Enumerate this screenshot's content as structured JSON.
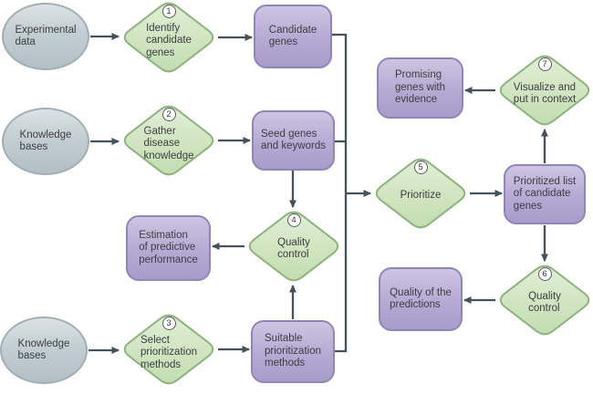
{
  "figure": {
    "background": "#ffffff",
    "description_colors": {
      "ellipse_fill_top": "#dbe2e5",
      "ellipse_fill_bottom": "#b2bfc5",
      "ellipse_border": "#a0aeb5",
      "diamond_fill_top": "#e1efd7",
      "diamond_fill_bottom": "#c3ddb1",
      "diamond_border": "#8cb47c",
      "box_fill_top": "#cdc5e2",
      "box_fill_bottom": "#a89cca",
      "box_border": "#9184bb",
      "arrow": "#44525b",
      "text": "#3d3d42",
      "step_badge_bg": "#ffffff",
      "step_badge_border": "#5a5a5a"
    }
  },
  "nodes": {
    "experimental_data": {
      "type": "ellipse",
      "label": "Experimental\ndata"
    },
    "knowledge_bases_1": {
      "type": "ellipse",
      "label": "Knowledge\nbases"
    },
    "knowledge_bases_2": {
      "type": "ellipse",
      "label": "Knowledge\nbases"
    },
    "identify_candidate_genes": {
      "type": "diamond",
      "step": "1",
      "label": "Identify\ncandidate\ngenes"
    },
    "gather_disease_knowledge": {
      "type": "diamond",
      "step": "2",
      "label": "Gather\ndisease\nknowledge"
    },
    "select_prioritization_methods": {
      "type": "diamond",
      "step": "3",
      "label": "Select\nprioritization\nmethods"
    },
    "quality_control_a": {
      "type": "diamond",
      "step": "4",
      "label": "Quality\ncontrol"
    },
    "prioritize": {
      "type": "diamond",
      "step": "5",
      "label": "Prioritize"
    },
    "quality_control_b": {
      "type": "diamond",
      "step": "6",
      "label": "Quality\ncontrol"
    },
    "visualize_context": {
      "type": "diamond",
      "step": "7",
      "label": "Visualize and\nput in context"
    },
    "candidate_genes": {
      "type": "box",
      "label": "Candidate\ngenes"
    },
    "seed_genes_keywords": {
      "type": "box",
      "label": "Seed genes\nand keywords"
    },
    "suitable_methods": {
      "type": "box",
      "label": "Suitable\nprioritization\nmethods"
    },
    "estimation_performance": {
      "type": "box",
      "label": "Estimation\nof predictive\nperformance"
    },
    "promising_genes": {
      "type": "box",
      "label": "Promising\ngenes with\nevidence"
    },
    "prioritized_list": {
      "type": "box",
      "label": "Prioritized list\nof candidate\ngenes"
    },
    "quality_predictions": {
      "type": "box",
      "label": "Quality of the\npredictions"
    }
  }
}
